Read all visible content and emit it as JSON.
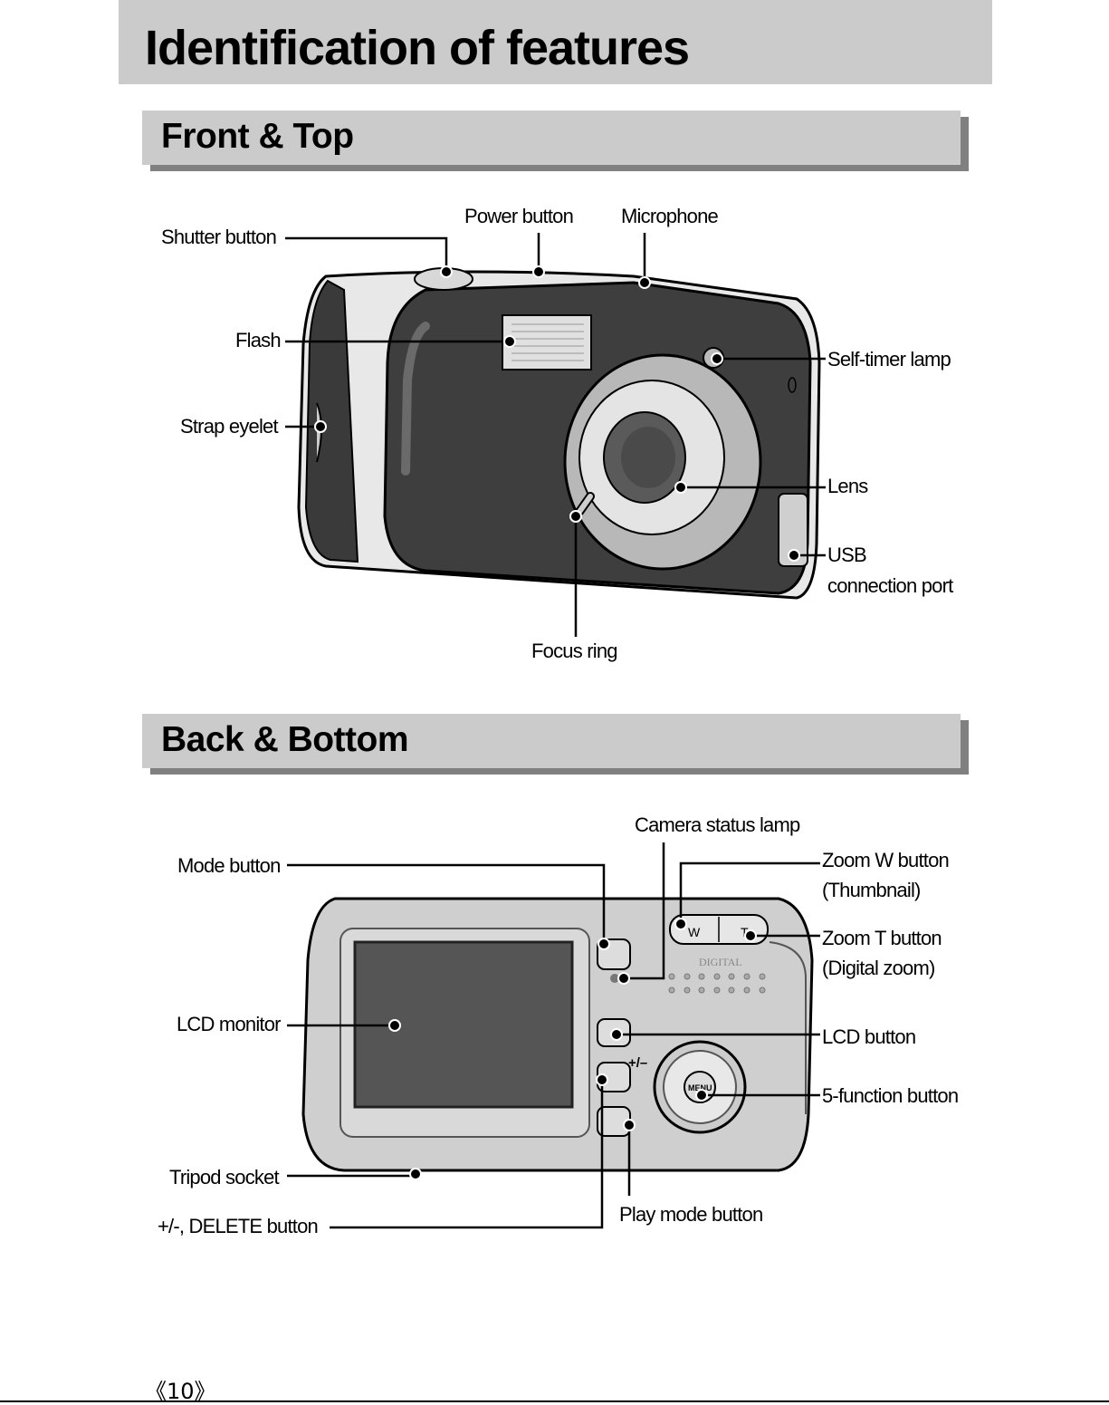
{
  "page": {
    "title": "Identification of features",
    "page_number": "《10》"
  },
  "front_top": {
    "heading": "Front & Top",
    "labels": {
      "shutter_button": "Shutter button",
      "power_button": "Power button",
      "microphone": "Microphone",
      "flash": "Flash",
      "self_timer_lamp": "Self-timer lamp",
      "strap_eyelet": "Strap eyelet",
      "lens": "Lens",
      "usb_line1": "USB",
      "usb_line2": "connection port",
      "focus_ring": "Focus ring"
    }
  },
  "back_bottom": {
    "heading": "Back & Bottom",
    "labels": {
      "camera_status_lamp": "Camera status lamp",
      "mode_button": "Mode button",
      "zoom_w_line1": "Zoom W button",
      "zoom_w_line2": "(Thumbnail)",
      "zoom_t_line1": "Zoom T button",
      "zoom_t_line2": "(Digital zoom)",
      "lcd_monitor": "LCD monitor",
      "lcd_button": "LCD button",
      "five_function_button": "5-function button",
      "tripod_socket": "Tripod socket",
      "delete_button": "+/-, DELETE button",
      "play_mode_button": "Play mode button"
    },
    "camera_markings": {
      "w": "W",
      "t": "T",
      "digital": "DIGITAL",
      "menu": "MENU",
      "plus_minus": "+/–"
    }
  }
}
